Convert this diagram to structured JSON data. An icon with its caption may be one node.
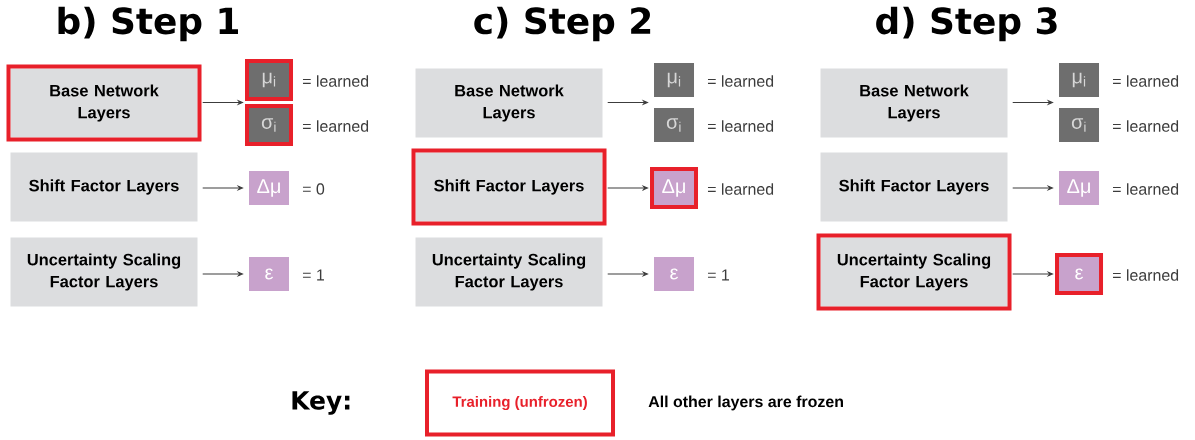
{
  "diagram": {
    "nodes": [
      {
        "text": [],
        "shape": "box"
      },
      {
        "text": [
          "Base Network Layers"
        ],
        "in": 0
      },
      {
        "text": [
          "Shift Factor Layers"
        ]
      },
      {
        "text": [
          "Uncertainty Scaling Factor Layers"
        ]
      },
      {
        "text": [],
        "shape": "box"
      },
      {
        "text": [
          "μ$_{i}$"
        ],
        "beside": [
          "= learned"
        ],
        "in": 4
      },
      {
        "text": [],
        "shape": "box"
      },
      {
        "text": [
          "σ$_{i}$"
        ],
        "beside": [
          "= learned"
        ],
        "in": 6
      },
      {
        "text": [
          "Δμ"
        ],
        "beside": [
          "= 0"
        ]
      },
      {
        "text": [
          "ε"
        ],
        "beside": [
          "= 1"
        ]
      },
      {
        "text": [
          "Base Network Layers"
        ]
      },
      {
        "text": [],
        "shape": "box"
      },
      {
        "text": [
          "Shift Factor Layers"
        ],
        "in": 11
      },
      {
        "text": [
          "Uncertainty Scaling Factor Layers"
        ]
      },
      {
        "text": [
          "μ$_{i}$"
        ],
        "beside": [
          "= learned"
        ]
      },
      {
        "text": [
          "σ$_{i}$"
        ],
        "beside": [
          "= learned"
        ]
      },
      {
        "text": [],
        "shape": "box"
      },
      {
        "text": [
          "Δμ"
        ],
        "beside": [
          "= learned"
        ],
        "in": 16
      },
      {
        "text": [
          "ε"
        ],
        "beside": [
          "= 1"
        ]
      },
      {
        "text": [
          "Base Network Layers"
        ]
      },
      {
        "text": [
          "Shift Factor Layers"
        ]
      },
      {
        "text": [],
        "shape": "box"
      },
      {
        "text": [
          "Uncertainty Scaling Factor Layers"
        ],
        "in": 21
      },
      {
        "text": [
          "μ$_{i}$"
        ],
        "beside": [
          "= learned"
        ]
      },
      {
        "text": [
          "σ$_{i}$"
        ],
        "beside": [
          "= learned"
        ]
      },
      {
        "text": [
          "Δμ"
        ],
        "beside": [
          "= learned"
        ]
      },
      {
        "text": [],
        "shape": "box"
      },
      {
        "text": [
          "ε"
        ],
        "beside": [
          "= learned"
        ],
        "in": 26
      }
    ],
    "edges": [
      {
        "from": 1,
        "to": 5,
        "arrow": "to"
      },
      {
        "from": 1,
        "to": 7,
        "arrow": "to"
      },
      {
        "from": 2,
        "to": 8,
        "arrow": "to"
      },
      {
        "from": 3,
        "to": 9,
        "arrow": "to"
      },
      {
        "from": 10,
        "to": 14,
        "arrow": "to"
      },
      {
        "from": 10,
        "to": 15,
        "arrow": "to"
      },
      {
        "from": 12,
        "to": 17,
        "arrow": "to"
      },
      {
        "from": 13,
        "to": 18,
        "arrow": "to"
      },
      {
        "from": 19,
        "to": 23,
        "arrow": "to"
      },
      {
        "from": 19,
        "to": 24,
        "arrow": "to"
      },
      {
        "from": 20,
        "to": 25,
        "arrow": "to"
      },
      {
        "from": 22,
        "to": 27,
        "arrow": "to"
      }
    ],
    "labels": [
      "b) Step 1",
      "c) Step 2",
      "d) Step 3",
      "Key:",
      "All other layers are frozen"
    ],
    "legend": [
      {
        "text": "Training (unfrozen)",
        "color": "#e8202a"
      }
    ]
  }
}
